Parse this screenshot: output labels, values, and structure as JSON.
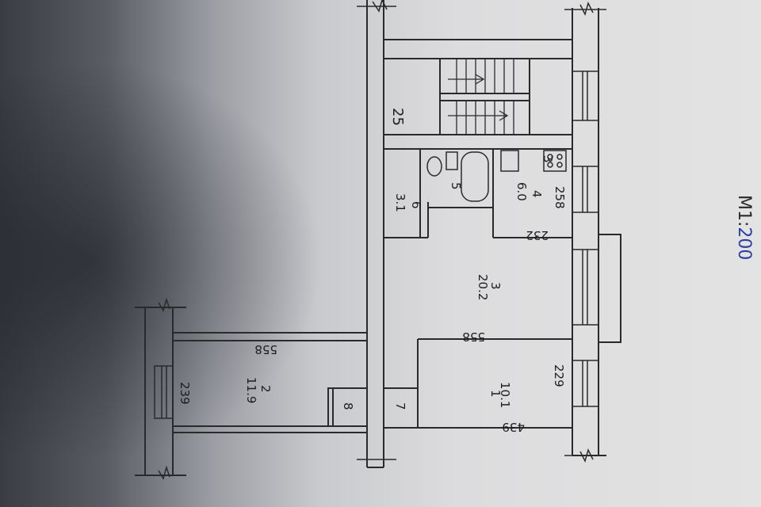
{
  "scale": {
    "prefix": "M1:",
    "value": "200",
    "prefix_color": "#2a2a2a",
    "value_color": "#2b3fa3"
  },
  "stair_mark": {
    "text": "25",
    "color": "#c62828"
  },
  "rooms": [
    {
      "id": "1",
      "area": "10.1"
    },
    {
      "id": "2",
      "area": "11.9"
    },
    {
      "id": "3",
      "area": "20.2"
    },
    {
      "id": "4",
      "area": "6.0"
    },
    {
      "id": "5",
      "area": ""
    },
    {
      "id": "6",
      "area": "3.1"
    },
    {
      "id": "7",
      "area": ""
    },
    {
      "id": "8",
      "area": ""
    }
  ],
  "kitchen_label": "3",
  "dimensions": {
    "room2_length": "558",
    "room2_width": "239",
    "room3_length": "558",
    "room1_width": "229",
    "room1_length": "439",
    "room4_width": "258",
    "room4_length": "232"
  }
}
